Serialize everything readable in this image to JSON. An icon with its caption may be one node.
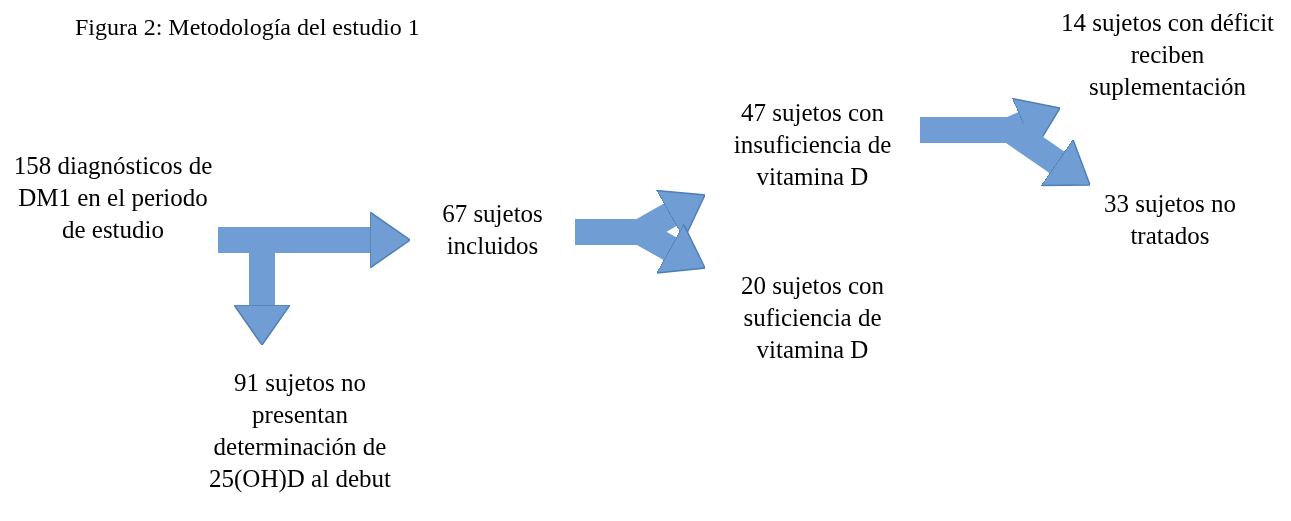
{
  "diagram": {
    "title": "Figura 2: Metodología del estudio 1",
    "nodes": [
      {
        "text": [
          "158 diagnósticos de DM1 en el periodo de estudio"
        ]
      },
      {
        "text": [
          "91 sujetos no presentan determinación de 25(OH)D al debut"
        ]
      },
      {
        "text": [
          "67 sujetos incluidos"
        ]
      },
      {
        "text": [
          "47 sujetos con insuficiencia de vitamina D"
        ]
      },
      {
        "text": [
          "20 sujetos con suficiencia de vitamina D"
        ]
      },
      {
        "text": [
          "14 sujetos con déficit reciben suplementación"
        ]
      },
      {
        "text": [
          "33 sujetos no tratados"
        ]
      }
    ],
    "edges": [
      {
        "from": 0,
        "to": 1,
        "arrow": "to"
      },
      {
        "from": 0,
        "to": 2,
        "arrow": "to"
      },
      {
        "from": 2,
        "to": 3,
        "arrow": "to"
      },
      {
        "from": 2,
        "to": 4,
        "arrow": "to"
      },
      {
        "from": 3,
        "to": 5,
        "arrow": "to"
      },
      {
        "from": 3,
        "to": 6,
        "arrow": "to"
      }
    ]
  }
}
